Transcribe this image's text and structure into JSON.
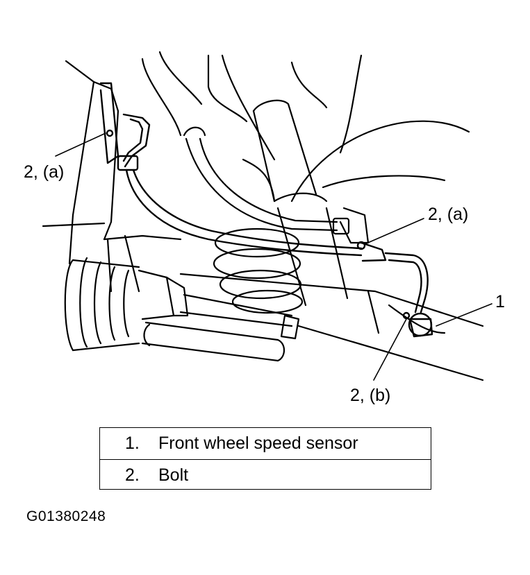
{
  "callouts": {
    "upper_left": "2, (a)",
    "upper_right": "2, (a)",
    "sensor": "1",
    "lower": "2, (b)"
  },
  "legend": {
    "rows": [
      {
        "number": "1.",
        "text": "Front wheel speed sensor"
      },
      {
        "number": "2.",
        "text": "Bolt"
      }
    ]
  },
  "figure_id": "G01380248"
}
